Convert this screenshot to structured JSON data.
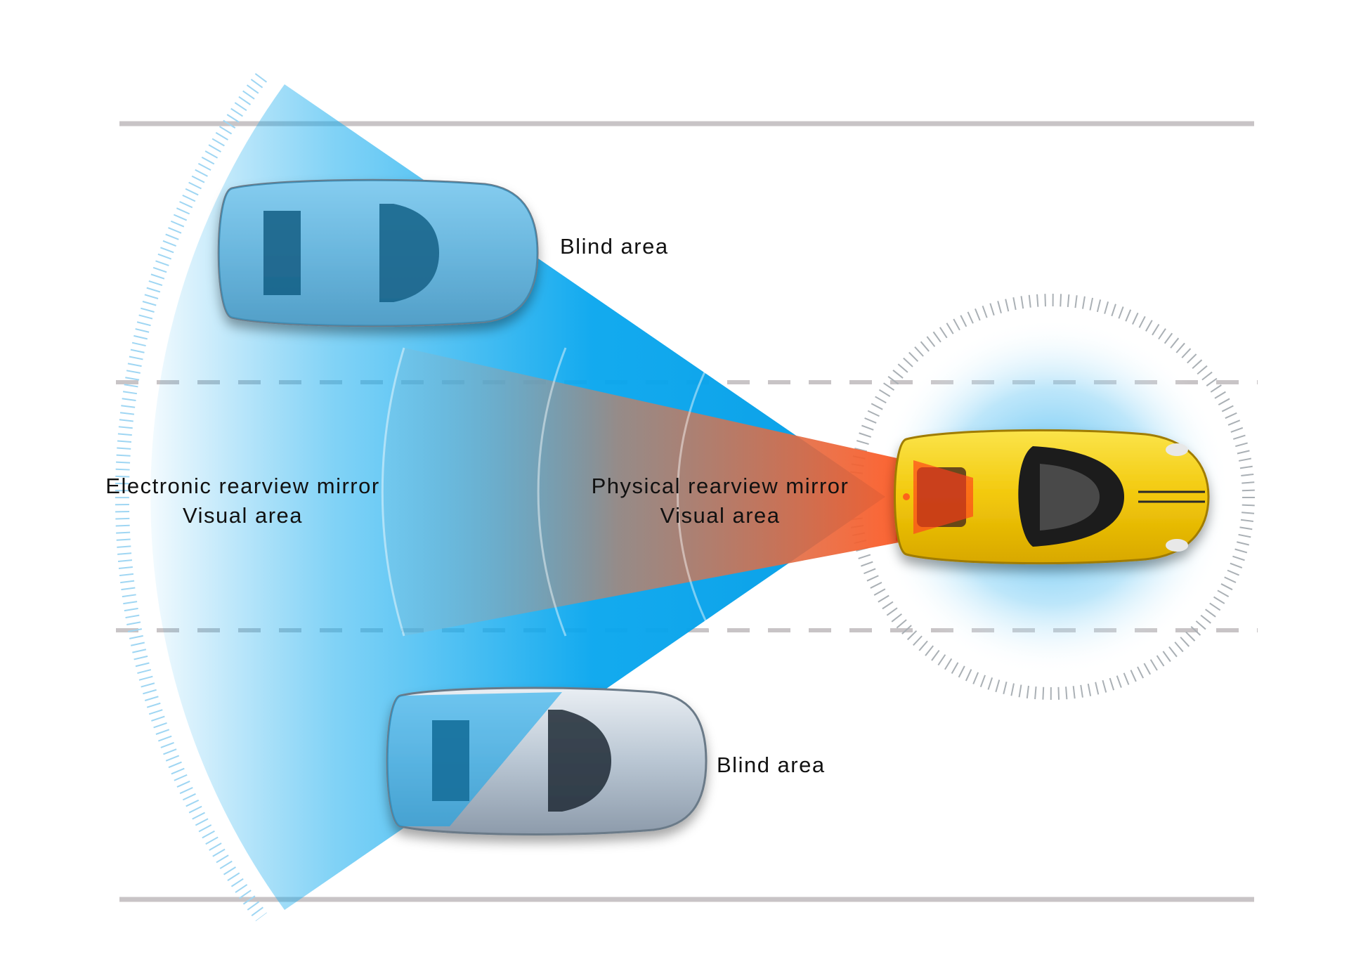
{
  "labels": {
    "blind_area_top": "Blind area",
    "blind_area_bottom": "Blind area",
    "electronic_line1": "Electronic rearview mirror",
    "electronic_line2": "Visual area",
    "physical_line1": "Physical rearview mirror",
    "physical_line2": "Visual area"
  },
  "colors": {
    "background": "#ffffff",
    "road_line": "#c8c4c6",
    "electronic_cone": "#0aa4ec",
    "physical_cone": "#f0643a",
    "ego_car": "#f5d20c",
    "other_car": "#c9d4df"
  },
  "icons": {
    "ego_vehicle": "yellow-convertible-car-icon",
    "other_vehicle": "silver-sports-car-icon"
  }
}
